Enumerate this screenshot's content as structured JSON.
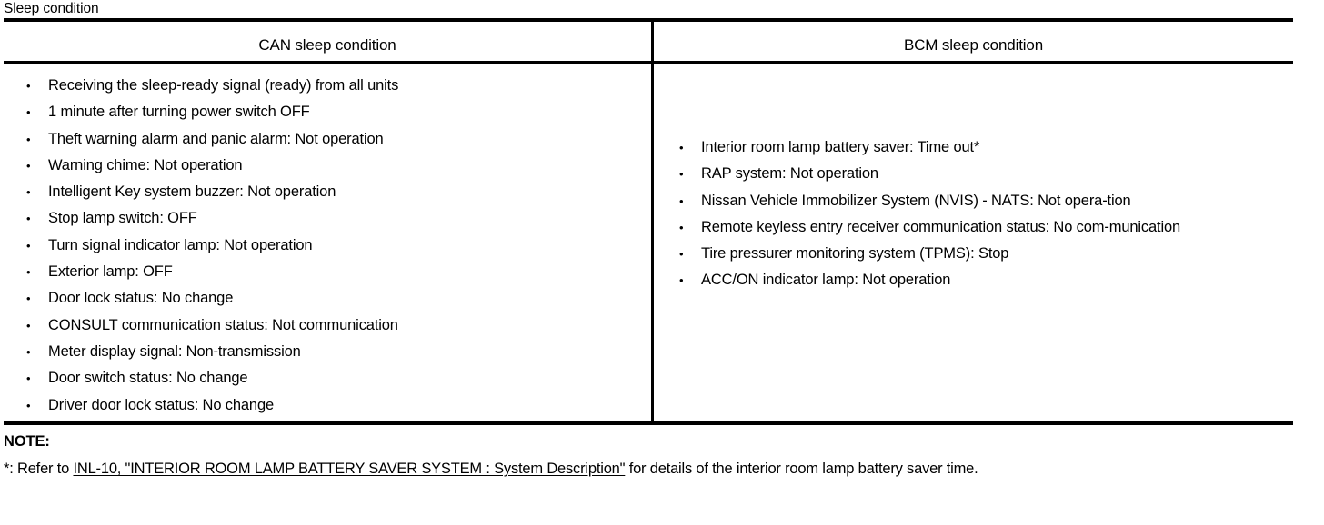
{
  "caption": "Sleep condition",
  "table": {
    "headers": {
      "left": "CAN sleep condition",
      "right": "BCM sleep condition"
    },
    "can_sleep_condition": [
      "Receiving the sleep-ready signal (ready) from all units",
      "1 minute after turning power switch OFF",
      "Theft warning alarm and panic alarm: Not operation",
      "Warning chime: Not operation",
      "Intelligent Key system buzzer: Not operation",
      "Stop lamp switch: OFF",
      "Turn signal indicator lamp: Not operation",
      "Exterior lamp: OFF",
      "Door lock status: No change",
      "CONSULT communication status: Not communication",
      "Meter display signal: Non-transmission",
      "Door switch status: No change",
      "Driver door lock status: No change"
    ],
    "bcm_sleep_condition": [
      "Interior room lamp battery saver: Time out*",
      "RAP system: Not operation",
      "Nissan Vehicle Immobilizer System (NVIS) - NATS: Not opera-tion",
      "Remote keyless entry receiver communication status: No com-munication",
      "Tire pressurer monitoring system (TPMS): Stop",
      "ACC/ON indicator lamp: Not operation"
    ]
  },
  "note": {
    "title": "NOTE:",
    "prefix": "*: Refer to ",
    "link": "INL-10, \"INTERIOR ROOM LAMP BATTERY SAVER SYSTEM : System Description\"",
    "suffix": " for details of the interior room lamp battery saver time."
  },
  "colors": {
    "text": "#000000",
    "background": "#ffffff",
    "rule": "#000000"
  }
}
